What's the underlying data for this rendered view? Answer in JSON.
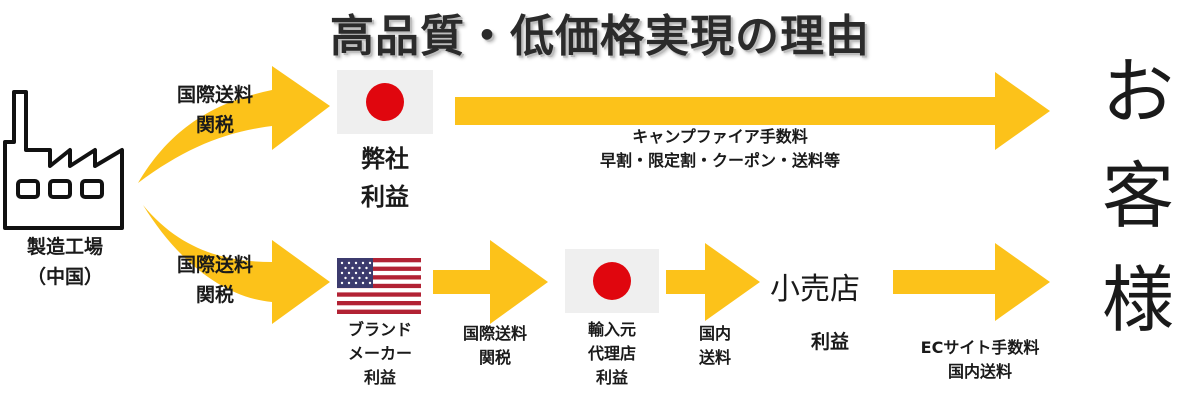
{
  "title": "高品質・低価格実現の理由",
  "colors": {
    "arrow": "#fcc21a",
    "flag_red": "#e0060e",
    "usa_red": "#b22234",
    "usa_blue": "#3c3b6e"
  },
  "factory": {
    "icon": "factory-icon",
    "label_line1": "製造工場",
    "label_line2": "（中国）"
  },
  "upper_route": {
    "fee_line1": "国際送料",
    "fee_line2": "関税",
    "flag": "japan-flag",
    "company_line1": "弊社",
    "company_line2": "利益",
    "note_line1": "キャンプファイア手数料",
    "note_line2": "早割・限定割・クーポン・送料等"
  },
  "lower_route": {
    "fee_line1": "国際送料",
    "fee_line2": "関税",
    "brand_flag": "usa-flag",
    "brand_line1": "ブランド",
    "brand_line2": "メーカー",
    "brand_line3": "利益",
    "fee2_line1": "国際送料",
    "fee2_line2": "関税",
    "importer_flag": "japan-flag",
    "importer_line1": "輸入元",
    "importer_line2": "代理店",
    "importer_line3": "利益",
    "domestic_line1": "国内",
    "domestic_line2": "送料",
    "retail_title": "小売店",
    "retail_profit": "利益",
    "ec_line1": "ECサイト手数料",
    "ec_line2": "国内送料"
  },
  "customer": {
    "char1": "お",
    "char2": "客",
    "char3": "様"
  }
}
